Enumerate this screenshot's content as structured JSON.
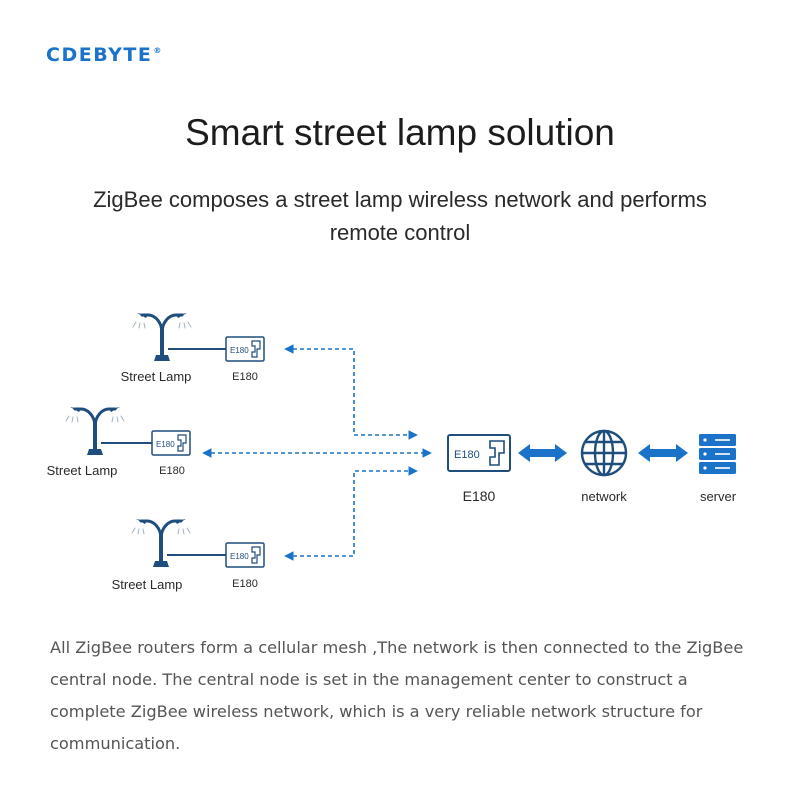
{
  "brand": {
    "name": "CDEBYTE",
    "mark": "®"
  },
  "title": "Smart street lamp solution",
  "subtitle": "ZigBee composes a street lamp wireless network and performs remote control",
  "diagram": {
    "lamps": [
      {
        "label": "Street Lamp",
        "module_label": "E180",
        "module_chip": "E180"
      },
      {
        "label": "Street Lamp",
        "module_label": "E180",
        "module_chip": "E180"
      },
      {
        "label": "Street Lamp",
        "module_label": "E180",
        "module_chip": "E180"
      }
    ],
    "central": {
      "label": "E180",
      "chip": "E180"
    },
    "network": {
      "label": "network",
      "icon": "globe-icon"
    },
    "server": {
      "label": "server",
      "icon": "server-icon"
    },
    "colors": {
      "accent": "#1a73c9",
      "dark_blue": "#1f4e7d",
      "lamp_head": "#9fb4c6"
    }
  },
  "description": "All ZigBee routers form a cellular mesh ,The network is then connected to the ZigBee central node. The central node is set in the management center to construct a complete ZigBee wireless network, which is a very reliable network structure for communication."
}
